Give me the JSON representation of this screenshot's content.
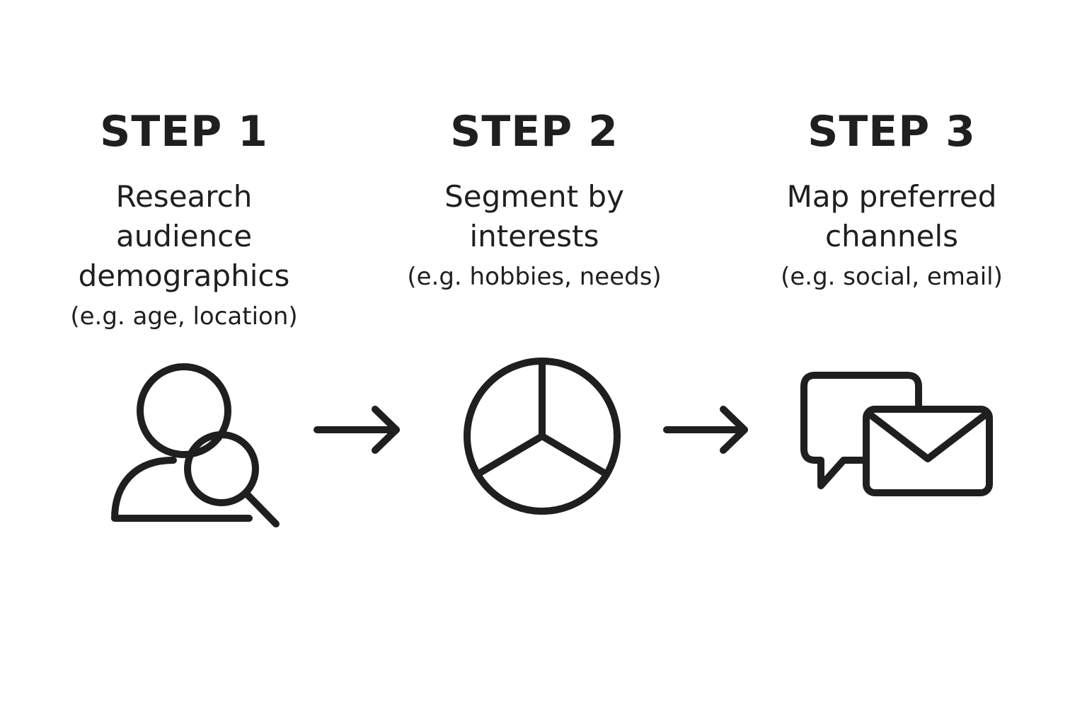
{
  "steps": [
    {
      "title": "STEP 1",
      "description_lines": [
        "Research",
        "audience",
        "demographics"
      ],
      "example": "(e.g. age, location)",
      "icon": "user-search-icon"
    },
    {
      "title": "STEP 2",
      "description_lines": [
        "Segment by",
        "interests"
      ],
      "example": "(e.g. hobbies, needs)",
      "icon": "pie-segments-icon"
    },
    {
      "title": "STEP 3",
      "description_lines": [
        "Map preferred",
        "channels"
      ],
      "example": "(e.g. social, email)",
      "icon": "chat-email-icon"
    }
  ],
  "connectors": [
    "arrow-right-icon",
    "arrow-right-icon"
  ],
  "colors": {
    "ink": "#1f1f1f",
    "background": "#ffffff"
  }
}
